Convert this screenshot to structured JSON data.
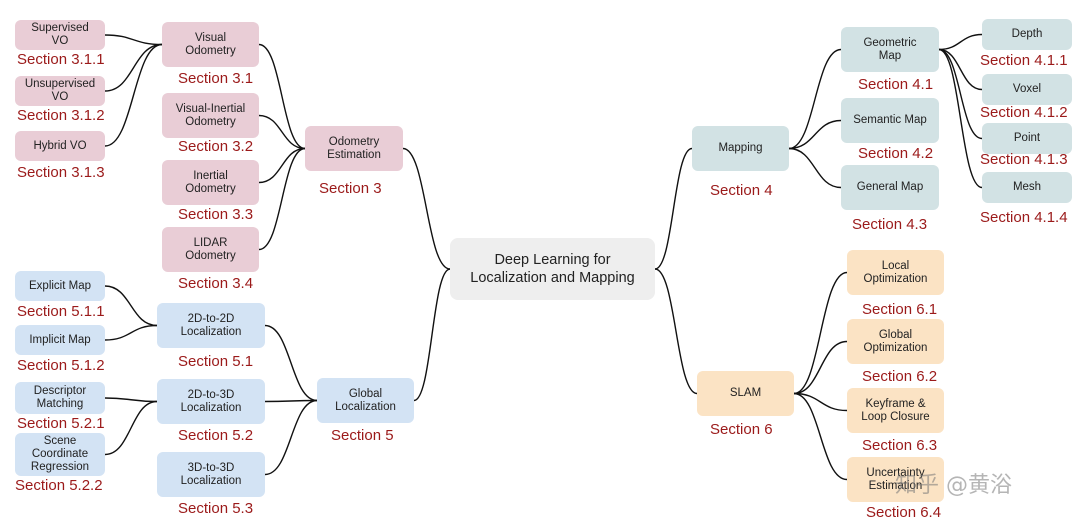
{
  "root": {
    "label": "Deep Learning for\nLocalization and Mapping"
  },
  "odometry": {
    "label": "Odometry\nEstimation",
    "section": "Section 3",
    "visual": {
      "label": "Visual\nOdometry",
      "section": "Section 3.1"
    },
    "supervised": {
      "label": "Supervised\nVO",
      "section": "Section 3.1.1"
    },
    "unsupervised": {
      "label": "Unsupervised\nVO",
      "section": "Section 3.1.2"
    },
    "hybrid": {
      "label": "Hybrid VO",
      "section": "Section 3.1.3"
    },
    "visual_inertial": {
      "label": "Visual-Inertial\nOdometry",
      "section": "Section 3.2"
    },
    "inertial": {
      "label": "Inertial\nOdometry",
      "section": "Section 3.3"
    },
    "lidar": {
      "label": "LIDAR\nOdometry",
      "section": "Section 3.4"
    }
  },
  "global_loc": {
    "label": "Global\nLocalization",
    "section": "Section 5",
    "loc_2d2d": {
      "label": "2D-to-2D\nLocalization",
      "section": "Section 5.1"
    },
    "explicit": {
      "label": "Explicit Map",
      "section": "Section 5.1.1"
    },
    "implicit": {
      "label": "Implicit Map",
      "section": "Section 5.1.2"
    },
    "loc_2d3d": {
      "label": "2D-to-3D\nLocalization",
      "section": "Section 5.2"
    },
    "descriptor": {
      "label": "Descriptor\nMatching",
      "section": "Section 5.2.1"
    },
    "scene": {
      "label": "Scene\nCoordinate\nRegression",
      "section": "Section 5.2.2"
    },
    "loc_3d3d": {
      "label": "3D-to-3D\nLocalization",
      "section": "Section 5.3"
    }
  },
  "mapping": {
    "label": "Mapping",
    "section": "Section 4",
    "geometric": {
      "label": "Geometric\nMap",
      "section": "Section 4.1"
    },
    "depth": {
      "label": "Depth",
      "section": "Section 4.1.1"
    },
    "voxel": {
      "label": "Voxel",
      "section": "Section 4.1.2"
    },
    "point": {
      "label": "Point",
      "section": "Section 4.1.3"
    },
    "mesh": {
      "label": "Mesh",
      "section": "Section 4.1.4"
    },
    "semantic": {
      "label": "Semantic Map",
      "section": "Section 4.2"
    },
    "general": {
      "label": "General Map",
      "section": "Section 4.3"
    }
  },
  "slam": {
    "label": "SLAM",
    "section": "Section 6",
    "local_opt": {
      "label": "Local\nOptimization",
      "section": "Section 6.1"
    },
    "global_opt": {
      "label": "Global\nOptimization",
      "section": "Section 6.2"
    },
    "keyframe": {
      "label": "Keyframe &\nLoop Closure",
      "section": "Section 6.3"
    },
    "uncertainty": {
      "label": "Uncertainty\nEstimation",
      "section": "Section 6.4"
    }
  },
  "watermark": "知乎 @黄浴",
  "colors": {
    "odometry": "#e9cdd6",
    "mapping": "#d2e2e4",
    "localization": "#d3e3f4",
    "slam": "#fbe3c4",
    "section_text": "#9b1a1a"
  }
}
